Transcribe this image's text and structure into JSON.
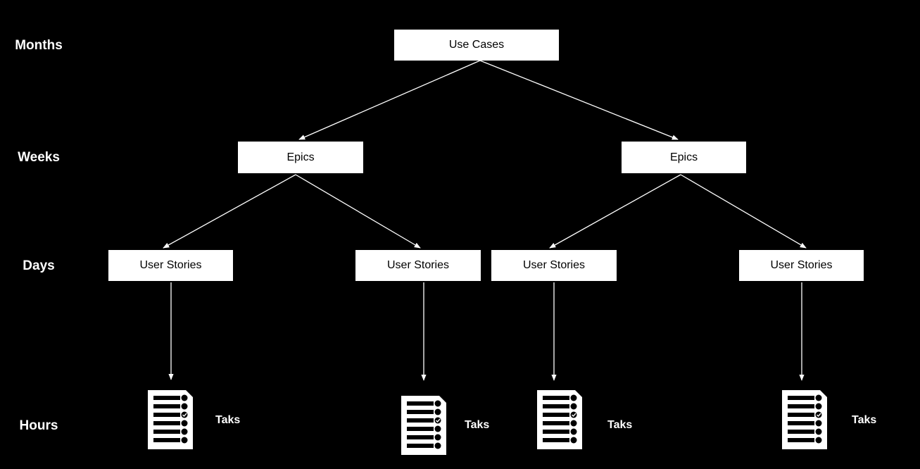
{
  "levels": {
    "months": "Months",
    "weeks": "Weeks",
    "days": "Days",
    "hours": "Hours"
  },
  "root": {
    "label": "Use Cases"
  },
  "epics": [
    {
      "label": "Epics"
    },
    {
      "label": "Epics"
    }
  ],
  "stories": [
    {
      "label": "User Stories"
    },
    {
      "label": "User Stories"
    },
    {
      "label": "User Stories"
    },
    {
      "label": "User Stories"
    }
  ],
  "tasks": [
    {
      "label": "Taks",
      "icon": "checklist-document-icon"
    },
    {
      "label": "Taks",
      "icon": "checklist-document-icon"
    },
    {
      "label": "Taks",
      "icon": "checklist-document-icon"
    },
    {
      "label": "Taks",
      "icon": "checklist-document-icon"
    }
  ],
  "colors": {
    "background": "#000000",
    "node_fill": "#ffffff",
    "node_text": "#000000",
    "line": "#ffffff"
  }
}
